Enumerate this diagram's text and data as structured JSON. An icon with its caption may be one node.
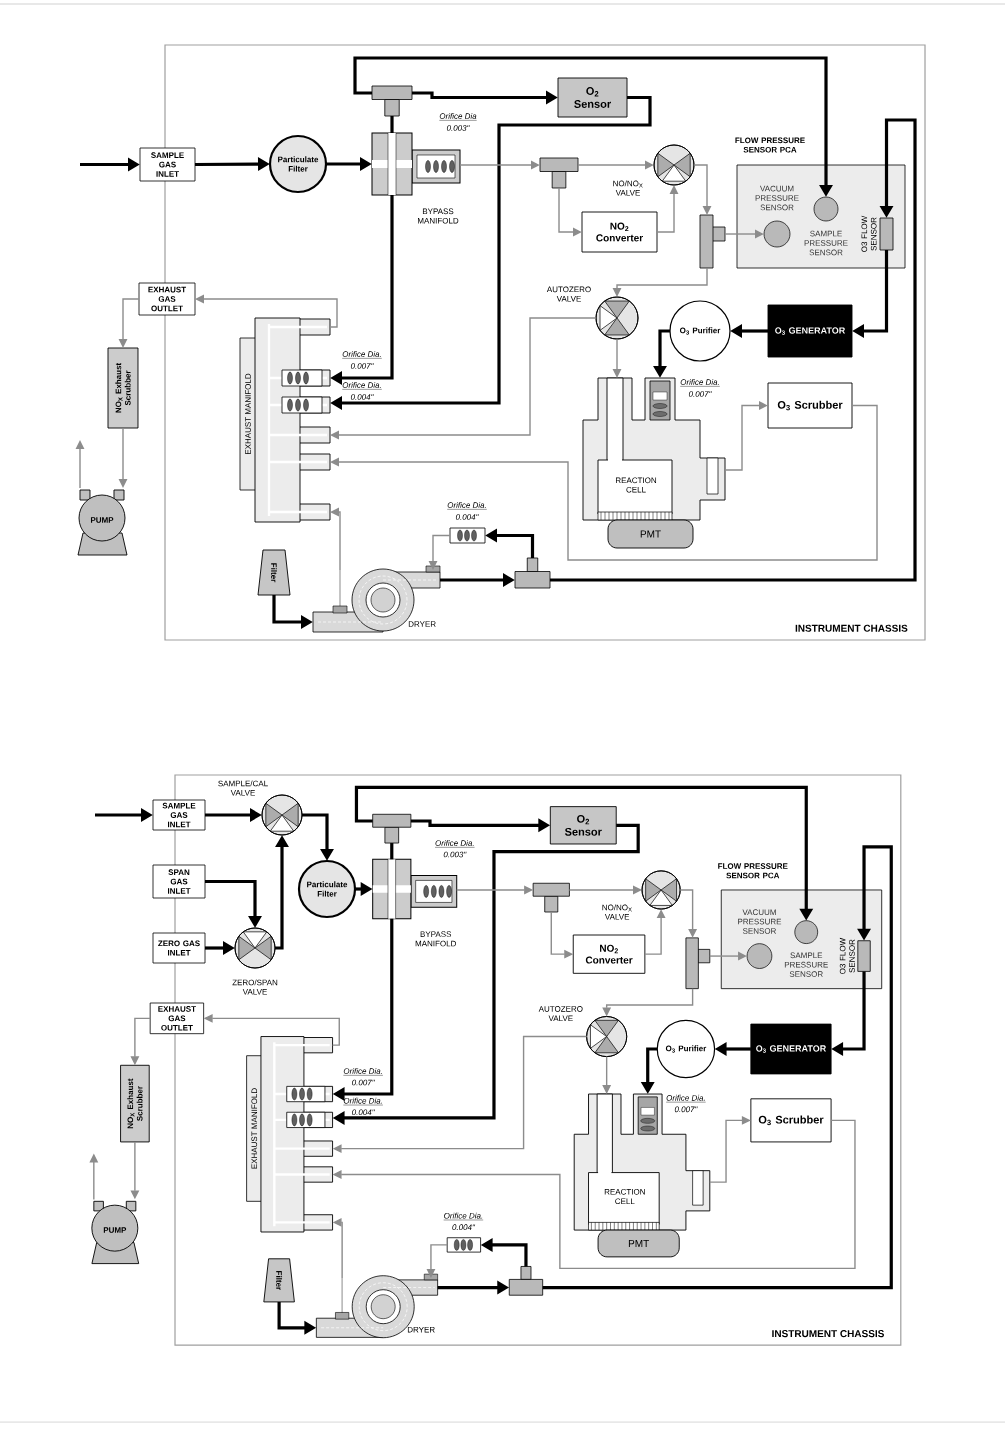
{
  "diagram": {
    "nodes": [
      {
        "text": [
          "INSTRUMENT CHASSIS"
        ]
      },
      {
        "text": [
          "SAMPLE GAS INLET"
        ]
      },
      {
        "text": [
          "Particulate Filter"
        ],
        "in": 0
      },
      {
        "text": [],
        "shape": "box",
        "in": 0
      },
      {
        "text": [
          "BYPASS MANIFOLD"
        ],
        "beside": [
          "Orifice Dia",
          "0.003\""
        ],
        "in": 0
      },
      {
        "text": [
          "O$_{2}$ Sensor"
        ],
        "in": 0
      },
      {
        "text": [],
        "shape": "box",
        "in": 0
      },
      {
        "text": [
          "NO/NO$_{X}$ VALVE"
        ],
        "in": 0
      },
      {
        "text": [
          "NO$_{2}$ Converter"
        ],
        "in": 0
      },
      {
        "text": [],
        "shape": "box",
        "in": 0
      },
      {
        "text": [
          "FLOW PRESSURE SENSOR PCA"
        ],
        "in": 0
      },
      {
        "text": [
          "VACUUM PRESSURE SENSOR"
        ],
        "in": 10
      },
      {
        "text": [
          "SAMPLE PRESSURE SENSOR"
        ],
        "in": 10
      },
      {
        "text": [
          "O3 FLOW SENSOR"
        ],
        "in": 10
      },
      {
        "text": [
          "AUTOZERO VALVE"
        ],
        "in": 0
      },
      {
        "text": [
          "O$_{3}$ Purifier"
        ],
        "in": 0
      },
      {
        "text": [
          "O$_{3}$ GENERATOR"
        ],
        "in": 0
      },
      {
        "text": [
          "O$_{3}$ Scrubber"
        ],
        "in": 0
      },
      {
        "text": [
          "REACTION CELL"
        ],
        "beside": [
          "Orifice Dia.",
          "0.007\""
        ],
        "in": 0
      },
      {
        "text": [
          "PMT"
        ],
        "in": 0
      },
      {
        "text": [
          "EXHAUST MANIFOLD"
        ],
        "in": 0
      },
      {
        "text": [
          "EXHAUST GAS OUTLET"
        ]
      },
      {
        "text": [
          "NO$_{X}$ Exhaust Scrubber"
        ]
      },
      {
        "text": [
          "PUMP"
        ]
      },
      {
        "text": [
          "Filter"
        ],
        "in": 0
      },
      {
        "text": [
          "DRYER"
        ],
        "in": 0
      },
      {
        "text": [],
        "shape": "box",
        "beside": [
          "Orifice Dia.",
          "0.004\""
        ],
        "in": 0
      },
      {
        "text": [],
        "shape": "box",
        "in": 0
      },
      {
        "text": [
          "INSTRUMENT CHASSIS"
        ]
      },
      {
        "text": [
          "SAMPLE GAS INLET"
        ]
      },
      {
        "text": [
          "SPAN GAS INLET"
        ]
      },
      {
        "text": [
          "ZERO GAS INLET"
        ]
      },
      {
        "text": [
          "SAMPLE/CAL VALVE"
        ],
        "in": 28
      },
      {
        "text": [
          "ZERO/SPAN VALVE"
        ],
        "in": 28
      },
      {
        "text": [
          "Particulate Filter"
        ],
        "in": 28
      },
      {
        "text": [],
        "shape": "box",
        "in": 28
      },
      {
        "text": [
          "BYPASS MANIFOLD"
        ],
        "beside": [
          "Orifice Dia.",
          "0.003\""
        ],
        "in": 28
      },
      {
        "text": [
          "O$_{2}$ Sensor"
        ],
        "in": 28
      },
      {
        "text": [],
        "shape": "box",
        "in": 28
      },
      {
        "text": [
          "NO/NO$_{X}$ VALVE"
        ],
        "in": 28
      },
      {
        "text": [
          "NO$_{2}$ Converter"
        ],
        "in": 28
      },
      {
        "text": [],
        "shape": "box",
        "in": 28
      },
      {
        "text": [
          "FLOW PRESSURE SENSOR PCA"
        ],
        "in": 28
      },
      {
        "text": [
          "VACUUM PRESSURE SENSOR"
        ],
        "in": 42
      },
      {
        "text": [
          "SAMPLE PRESSURE SENSOR"
        ],
        "in": 42
      },
      {
        "text": [
          "O3 FLOW SENSOR"
        ],
        "in": 42
      },
      {
        "text": [
          "AUTOZERO VALVE"
        ],
        "in": 28
      },
      {
        "text": [
          "O$_{3}$ Purifier"
        ],
        "in": 28
      },
      {
        "text": [
          "O$_{3}$ GENERATOR"
        ],
        "in": 28
      },
      {
        "text": [
          "O$_{3}$ Scrubber"
        ],
        "in": 28
      },
      {
        "text": [
          "REACTION CELL"
        ],
        "beside": [
          "Orifice Dia.",
          "0.007\""
        ],
        "in": 28
      },
      {
        "text": [
          "PMT"
        ],
        "in": 28
      },
      {
        "text": [
          "EXHAUST MANIFOLD"
        ],
        "in": 28
      },
      {
        "text": [
          "EXHAUST GAS OUTLET"
        ]
      },
      {
        "text": [
          "NO$_{X}$ Exhaust Scrubber"
        ]
      },
      {
        "text": [
          "PUMP"
        ]
      },
      {
        "text": [
          "Filter"
        ],
        "in": 28
      },
      {
        "text": [
          "DRYER"
        ],
        "in": 28
      },
      {
        "text": [],
        "shape": "box",
        "beside": [
          "Orifice Dia.",
          "0.004\""
        ],
        "in": 28
      },
      {
        "text": [],
        "shape": "box",
        "in": 28
      }
    ],
    "edges": [
      {
        "from": null,
        "to": 1,
        "arrow": "to"
      },
      {
        "from": 1,
        "to": 2,
        "arrow": "to"
      },
      {
        "from": 2,
        "to": 4,
        "arrow": "to"
      },
      {
        "from": 4,
        "to": 3,
        "arrow": "none"
      },
      {
        "from": 3,
        "to": 5,
        "arrow": "to"
      },
      {
        "from": 3,
        "to": 12,
        "arrow": "to"
      },
      {
        "from": 5,
        "to": 20,
        "arrow": "to"
      },
      {
        "from": 4,
        "to": 20,
        "arrow": "to"
      },
      {
        "from": 27,
        "to": 13,
        "arrow": "to"
      },
      {
        "from": 13,
        "to": 16,
        "arrow": "to"
      },
      {
        "from": 16,
        "to": 15,
        "arrow": "to"
      },
      {
        "from": 15,
        "to": 18,
        "arrow": "to"
      },
      {
        "from": 24,
        "to": 25,
        "arrow": "to"
      },
      {
        "from": 25,
        "to": 27,
        "arrow": "to"
      },
      {
        "from": 27,
        "to": 26,
        "arrow": "to"
      },
      {
        "from": 4,
        "to": 6,
        "arrow": "to",
        "color": "#8c8c8c"
      },
      {
        "from": 6,
        "to": 7,
        "arrow": "to",
        "color": "#8c8c8c"
      },
      {
        "from": 6,
        "to": 8,
        "arrow": "to",
        "color": "#8c8c8c"
      },
      {
        "from": 8,
        "to": 7,
        "arrow": "to",
        "color": "#8c8c8c"
      },
      {
        "from": 7,
        "to": 9,
        "arrow": "to",
        "color": "#8c8c8c"
      },
      {
        "from": 9,
        "to": 11,
        "arrow": "to",
        "color": "#8c8c8c"
      },
      {
        "from": 9,
        "to": 14,
        "arrow": "to",
        "color": "#8c8c8c"
      },
      {
        "from": 14,
        "to": 18,
        "arrow": "to",
        "color": "#8c8c8c"
      },
      {
        "from": 14,
        "to": 20,
        "arrow": "to",
        "color": "#8c8c8c"
      },
      {
        "from": 18,
        "to": 17,
        "arrow": "to",
        "color": "#8c8c8c"
      },
      {
        "from": 17,
        "to": 20,
        "arrow": "to",
        "color": "#8c8c8c"
      },
      {
        "from": 20,
        "to": 21,
        "arrow": "to",
        "color": "#8c8c8c"
      },
      {
        "from": 21,
        "to": 22,
        "arrow": "to",
        "color": "#8c8c8c"
      },
      {
        "from": 22,
        "to": 23,
        "arrow": "to",
        "color": "#8c8c8c"
      },
      {
        "from": 23,
        "to": null,
        "arrow": "to",
        "color": "#8c8c8c"
      },
      {
        "from": 25,
        "to": 20,
        "arrow": "to",
        "color": "#8c8c8c"
      },
      {
        "from": 26,
        "to": 25,
        "arrow": "to",
        "color": "#8c8c8c"
      },
      {
        "from": null,
        "to": 29,
        "arrow": "to"
      },
      {
        "from": 29,
        "to": 32,
        "arrow": "to"
      },
      {
        "from": 30,
        "to": 33,
        "arrow": "to"
      },
      {
        "from": 31,
        "to": 33,
        "arrow": "to"
      },
      {
        "from": 33,
        "to": 32,
        "arrow": "to"
      },
      {
        "from": 32,
        "to": 34,
        "arrow": "to"
      },
      {
        "from": 34,
        "to": 36,
        "arrow": "to"
      },
      {
        "from": 36,
        "to": 35,
        "arrow": "none"
      },
      {
        "from": 35,
        "to": 37,
        "arrow": "to"
      },
      {
        "from": 35,
        "to": 44,
        "arrow": "to"
      },
      {
        "from": 37,
        "to": 52,
        "arrow": "to"
      },
      {
        "from": 36,
        "to": 52,
        "arrow": "to"
      },
      {
        "from": 59,
        "to": 45,
        "arrow": "to"
      },
      {
        "from": 45,
        "to": 48,
        "arrow": "to"
      },
      {
        "from": 48,
        "to": 47,
        "arrow": "to"
      },
      {
        "from": 47,
        "to": 50,
        "arrow": "to"
      },
      {
        "from": 56,
        "to": 57,
        "arrow": "to"
      },
      {
        "from": 57,
        "to": 59,
        "arrow": "to"
      },
      {
        "from": 59,
        "to": 58,
        "arrow": "to"
      },
      {
        "from": 36,
        "to": 38,
        "arrow": "to",
        "color": "#8c8c8c"
      },
      {
        "from": 38,
        "to": 39,
        "arrow": "to",
        "color": "#8c8c8c"
      },
      {
        "from": 38,
        "to": 40,
        "arrow": "to",
        "color": "#8c8c8c"
      },
      {
        "from": 40,
        "to": 39,
        "arrow": "to",
        "color": "#8c8c8c"
      },
      {
        "from": 39,
        "to": 41,
        "arrow": "to",
        "color": "#8c8c8c"
      },
      {
        "from": 41,
        "to": 43,
        "arrow": "to",
        "color": "#8c8c8c"
      },
      {
        "from": 41,
        "to": 46,
        "arrow": "to",
        "color": "#8c8c8c"
      },
      {
        "from": 46,
        "to": 50,
        "arrow": "to",
        "color": "#8c8c8c"
      },
      {
        "from": 46,
        "to": 52,
        "arrow": "to",
        "color": "#8c8c8c"
      },
      {
        "from": 50,
        "to": 49,
        "arrow": "to",
        "color": "#8c8c8c"
      },
      {
        "from": 49,
        "to": 52,
        "arrow": "to",
        "color": "#8c8c8c"
      },
      {
        "from": 52,
        "to": 53,
        "arrow": "to",
        "color": "#8c8c8c"
      },
      {
        "from": 53,
        "to": 54,
        "arrow": "to",
        "color": "#8c8c8c"
      },
      {
        "from": 54,
        "to": 55,
        "arrow": "to",
        "color": "#8c8c8c"
      },
      {
        "from": 55,
        "to": null,
        "arrow": "to",
        "color": "#8c8c8c"
      },
      {
        "from": 57,
        "to": 52,
        "arrow": "to",
        "color": "#8c8c8c"
      },
      {
        "from": 58,
        "to": 57,
        "arrow": "to",
        "color": "#8c8c8c"
      }
    ],
    "labels": [
      "Orifice Dia.",
      "0.007\"",
      "Orifice Dia.",
      "0.004\"",
      "Orifice Dia.",
      "0.007\"",
      "Orifice Dia.",
      "0.004\""
    ]
  }
}
